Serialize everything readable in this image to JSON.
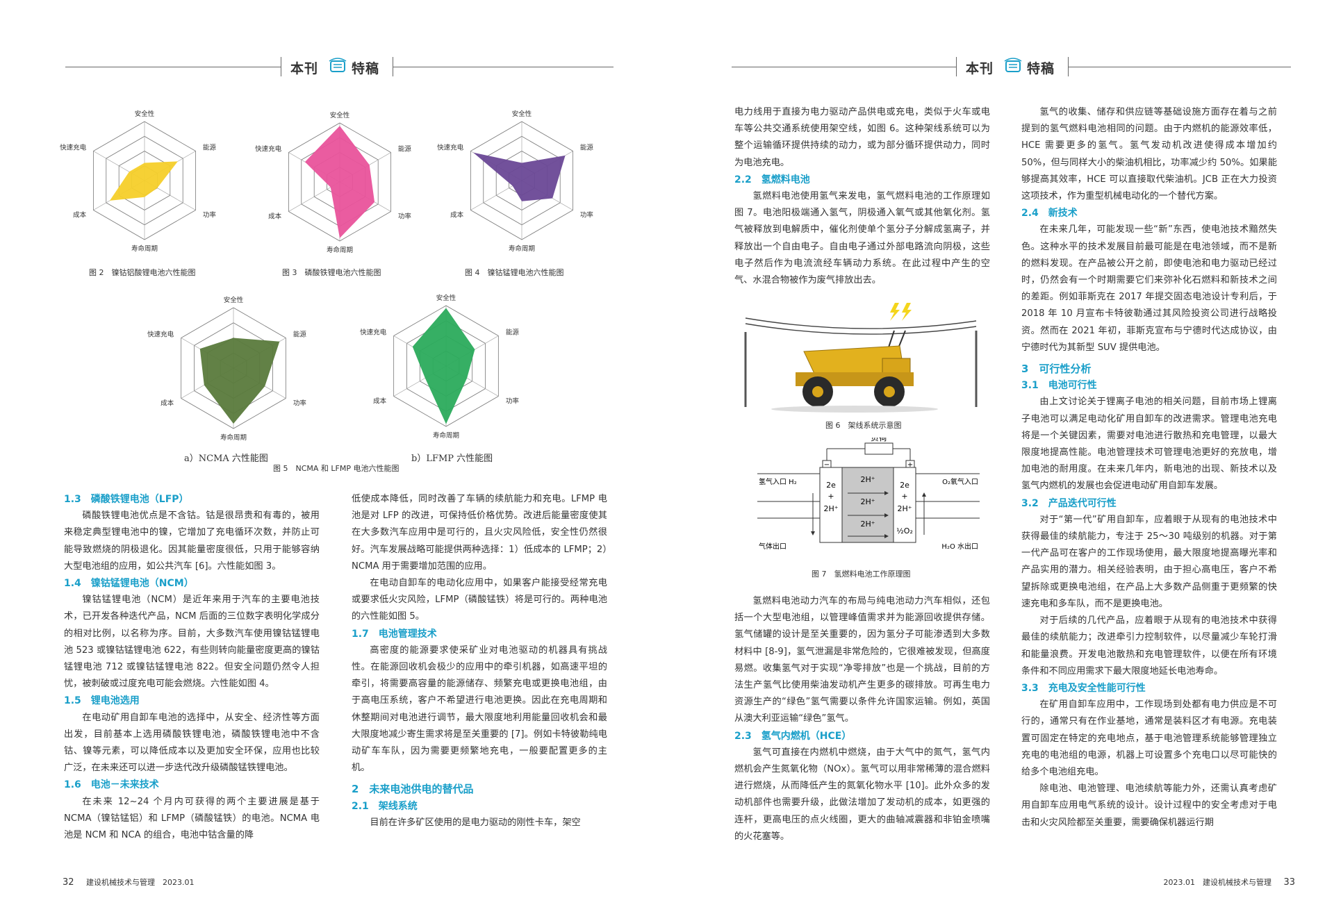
{
  "header": {
    "title_left": "本刊",
    "title_right": "特稿"
  },
  "radar_axes": [
    "安全性",
    "能源",
    "功率",
    "寿命周期",
    "成本",
    "快速充电"
  ],
  "charts": [
    {
      "id": "fig2",
      "color": "#f5cf2a",
      "caption": "图 2　镍钴铝酸锂电池六性能图"
    },
    {
      "id": "fig3",
      "color": "#e9539b",
      "caption": "图 3　磷酸铁锂电池六性能图"
    },
    {
      "id": "fig4",
      "color": "#6a4896",
      "caption": "图 4　镍钴锰锂电池六性能图"
    },
    {
      "id": "fig5a",
      "color": "#5a7a3c",
      "subcaption": "a）NCMA 六性能图"
    },
    {
      "id": "fig5b",
      "color": "#2bab5c",
      "subcaption": "b）LFMP 六性能图"
    }
  ],
  "fig5_caption": "图 5　NCMA 和 LFMP 电池六性能图",
  "fig6_caption": "图 6　架线系统示意图",
  "fig7": {
    "caption": "图 7　氢燃料电池工作原理图",
    "load": "负荷",
    "h2_in": "氢气入口 H₂",
    "o2_in": "O₂氧气入口",
    "gas_out": "气体出口",
    "water_out": "H₂O 水出口",
    "minus": "−",
    "plus": "+",
    "left_ions": [
      "2e",
      "+",
      "2H⁺"
    ],
    "center_ions": [
      "2H⁺",
      "2H⁺",
      "2H⁺"
    ],
    "right_ions": [
      "2e",
      "+",
      "2H⁺",
      "½O₂"
    ]
  },
  "col1": [
    {
      "t": "sec",
      "v": "1.3　磷酸铁锂电池（LFP）"
    },
    {
      "t": "p",
      "v": "磷酸铁锂电池优点是不含钴。钴是很昂贵和有毒的，被用来稳定典型锂电池中的镍，它增加了充电循环次数，并防止可能导致燃烧的阴极退化。因其能量密度很低，只用于能够容纳大型电池组的应用，如公共汽车 [6]。六性能如图 3。"
    },
    {
      "t": "sec",
      "v": "1.4　镍钴锰锂电池（NCM）"
    },
    {
      "t": "p",
      "v": "镍钴锰锂电池（NCM）是近年来用于汽车的主要电池技术，已开发各种迭代产品，NCM 后面的三位数字表明化学成分的相对比例，以名称为序。目前，大多数汽车使用镍钴锰锂电池 523 或镍钴锰锂电池 622，有些则转向能量密度更高的镍钴锰锂电池 712 或镍钴锰锂电池 822。但安全问题仍然令人担忧，被刺破或过度充电可能会燃烧。六性能如图 4。"
    },
    {
      "t": "sec",
      "v": "1.5　锂电池选用"
    },
    {
      "t": "p",
      "v": "在电动矿用自卸车电池的选择中，从安全、经济性等方面出发，目前基本上选用磷酸铁锂电池，磷酸铁锂电池中不含钴、镍等元素，可以降低成本以及更加安全环保，应用也比较广泛，在未来还可以进一步迭代改升级磷酸锰铁锂电池。"
    },
    {
      "t": "sec",
      "v": "1.6　电池－未来技术"
    },
    {
      "t": "p",
      "v": "在未来 12~24 个月内可获得的两个主要进展是基于 NCMA（镍钴锰铝）和 LFMP（磷酸锰铁）的电池。NCMA 电池是 NCM 和 NCA 的组合，电池中钴含量的降"
    }
  ],
  "col2": [
    {
      "t": "pn",
      "v": "低使成本降低，同时改善了车辆的续航能力和充电。LFMP 电池是对 LFP 的改进，可保持低价格优势。改进后能量密度使其在大多数汽车应用中是可行的，且火灾风险低，安全性仍然很好。汽车发展战略可能提供两种选择：1）低成本的 LFMP；2）NCMA 用于需要增加范围的应用。"
    },
    {
      "t": "p",
      "v": "在电动自卸车的电动化应用中，如果客户能接受经常充电或要求低火灾风险，LFMP（磷酸锰铁）将是可行的。两种电池的六性能如图 5。"
    },
    {
      "t": "sec",
      "v": "1.7　电池管理技术"
    },
    {
      "t": "p",
      "v": "高密度的能源要求使采矿业对电池驱动的机器具有挑战性。在能源回收机会极少的应用中的牵引机器，如高速平坦的牵引，将需要高容量的能源储存、频繁充电或更换电池组，由于高电压系统，客户不希望进行电池更换。因此在充电周期和休整期间对电池进行调节，最大限度地利用能量回收机会和最大限度地减少寄生需求将是至关重要的 [7]。例如卡特彼勒纯电动矿车车队，因为需要更频繁地充电，一般要配置更多的主机。"
    },
    {
      "t": "sec big",
      "v": "2　未来电池供电的替代品"
    },
    {
      "t": "sec",
      "v": "2.1　架线系统"
    },
    {
      "t": "p",
      "v": "目前在许多矿区使用的是电力驱动的刚性卡车，架空"
    }
  ],
  "col3a": [
    {
      "t": "pn",
      "v": "电力线用于直接为电力驱动产品供电或充电，类似于火车或电车等公共交通系统使用架空线，如图 6。这种架线系统可以为整个运输循环提供持续的动力，或为部分循环提供动力，同时为电池充电。"
    },
    {
      "t": "sec",
      "v": "2.2　氢燃料电池"
    },
    {
      "t": "p",
      "v": "氢燃料电池使用氢气来发电，氢气燃料电池的工作原理如图 7。电池阳极端通入氢气，阴极通入氧气或其他氧化剂。氢气被释放到电解质中，催化剂使单个氢分子分解成氢离子，并释放出一个自由电子。自由电子通过外部电路流向阴极，这些电子然后作为电流流经车辆动力系统。在此过程中产生的空气、水混合物被作为废气排放出去。"
    }
  ],
  "col3b": [
    {
      "t": "p",
      "v": "氢燃料电池动力汽车的布局与纯电池动力汽车相似，还包括一个大型电池组，以管理峰值需求并为能源回收提供存储。氢气储罐的设计是至关重要的，因为氢分子可能渗透到大多数材料中 [8-9]，氢气泄漏是非常危险的，它很难被发现，但高度易燃。收集氢气对于实现“净零排放”也是一个挑战，目前的方法生产氢气比使用柴油发动机产生更多的碳排放。可再生电力资源生产的“绿色”氢气需要以条件允许国家运输。例如，英国从澳大利亚运输“绿色”氢气。"
    },
    {
      "t": "sec",
      "v": "2.3　氢气内燃机（HCE）"
    },
    {
      "t": "p",
      "v": "氢气可直接在内燃机中燃烧，由于大气中的氮气，氢气内燃机会产生氮氧化物（NOx）。氢气可以用非常稀薄的混合燃料进行燃烧，从而降低产生的氮氧化物水平 [10]。此外众多的发动机部件也需要升级，此做法增加了发动机的成本，如更强的连杆，更高电压的点火线圈，更大的曲轴减震器和非铂金喷嘴的火花塞等。"
    }
  ],
  "col4": [
    {
      "t": "p",
      "v": "氢气的收集、储存和供应链等基础设施方面存在着与之前提到的氢气燃料电池相同的问题。由于内燃机的能源效率低，HCE 需要更多的氢气。氢气发动机改进使得成本增加约 50%，但与同样大小的柴油机相比，功率减少约 50%。如果能够提高其效率，HCE 可以直接取代柴油机。JCB 正在大力投资这项技术，作为重型机械电动化的一个替代方案。"
    },
    {
      "t": "sec",
      "v": "2.4　新技术"
    },
    {
      "t": "p",
      "v": "在未来几年，可能发现一些“新”东西，使电池技术黯然失色。这种水平的技术发展目前最可能是在电池领域，而不是新的燃料发现。在产品被公开之前，即使电池和电力驱动已经过时，仍然会有一个时期需要它们来弥补化石燃料和新技术之间的差距。例如菲斯克在 2017 年提交固态电池设计专利后，于 2018 年 10 月宣布卡特彼勒通过其风险投资公司进行战略投资。然而在 2021 年初，菲斯克宣布与宁德时代达成协议，由宁德时代为其新型 SUV 提供电池。"
    },
    {
      "t": "sec big",
      "v": "3　可行性分析"
    },
    {
      "t": "sec",
      "v": "3.1　电池可行性"
    },
    {
      "t": "p",
      "v": "由上文讨论关于锂离子电池的相关问题，目前市场上锂离子电池可以满足电动化矿用自卸车的改进需求。管理电池充电将是一个关键因素，需要对电池进行散热和充电管理，以最大限度地提高性能。电池管理技术可管理电池更好的充放电，增加电池的耐用度。在未来几年内，新电池的出现、新技术以及氢气内燃机的发展也会促进电动矿用自卸车发展。"
    },
    {
      "t": "sec",
      "v": "3.2　产品迭代可行性"
    },
    {
      "t": "p",
      "v": "对于“第一代”矿用自卸车，应着眼于从现有的电池技术中获得最佳的续航能力，专注于 25～30 吨级别的机器。对于第一代产品可在客户的工作现场使用，最大限度地提高曝光率和产品实用的潜力。相关经验表明，由于担心高电压，客户不希望拆除或更换电池组，在产品上大多数产品侧重于更频繁的快速充电和多车队，而不是更换电池。"
    },
    {
      "t": "p",
      "v": "对于后续的几代产品，应着眼于从现有的电池技术中获得最佳的续航能力；改进牵引力控制软件，以尽量减少车轮打滑和能量浪费。开发电池散热和充电管理软件，以便在所有环境条件和不同应用需求下最大限度地延长电池寿命。"
    },
    {
      "t": "sec",
      "v": "3.3　充电及安全性能可行性"
    },
    {
      "t": "p",
      "v": "在矿用自卸车应用中，工作现场到处都有电力供应是不可行的，通常只有在作业基地，通常是装料区才有电源。充电装置可固定在特定的充电地点，基于电池管理系统能够管理独立充电的电池组的电源，机器上可设置多个充电口以尽可能快的给多个电池组充电。"
    },
    {
      "t": "p",
      "v": "除电池、电池管理、电池续航等能力外，还需认真考虑矿用自卸车应用电气系统的设计。设计过程中的安全考虑对于电击和火灾风险都至关重要，需要确保机器运行期"
    }
  ],
  "footer": {
    "left_page": "32",
    "left_text": "建设机械技术与管理　2023.01",
    "right_text": "2023.01　建设机械技术与管理",
    "right_page": "33"
  }
}
